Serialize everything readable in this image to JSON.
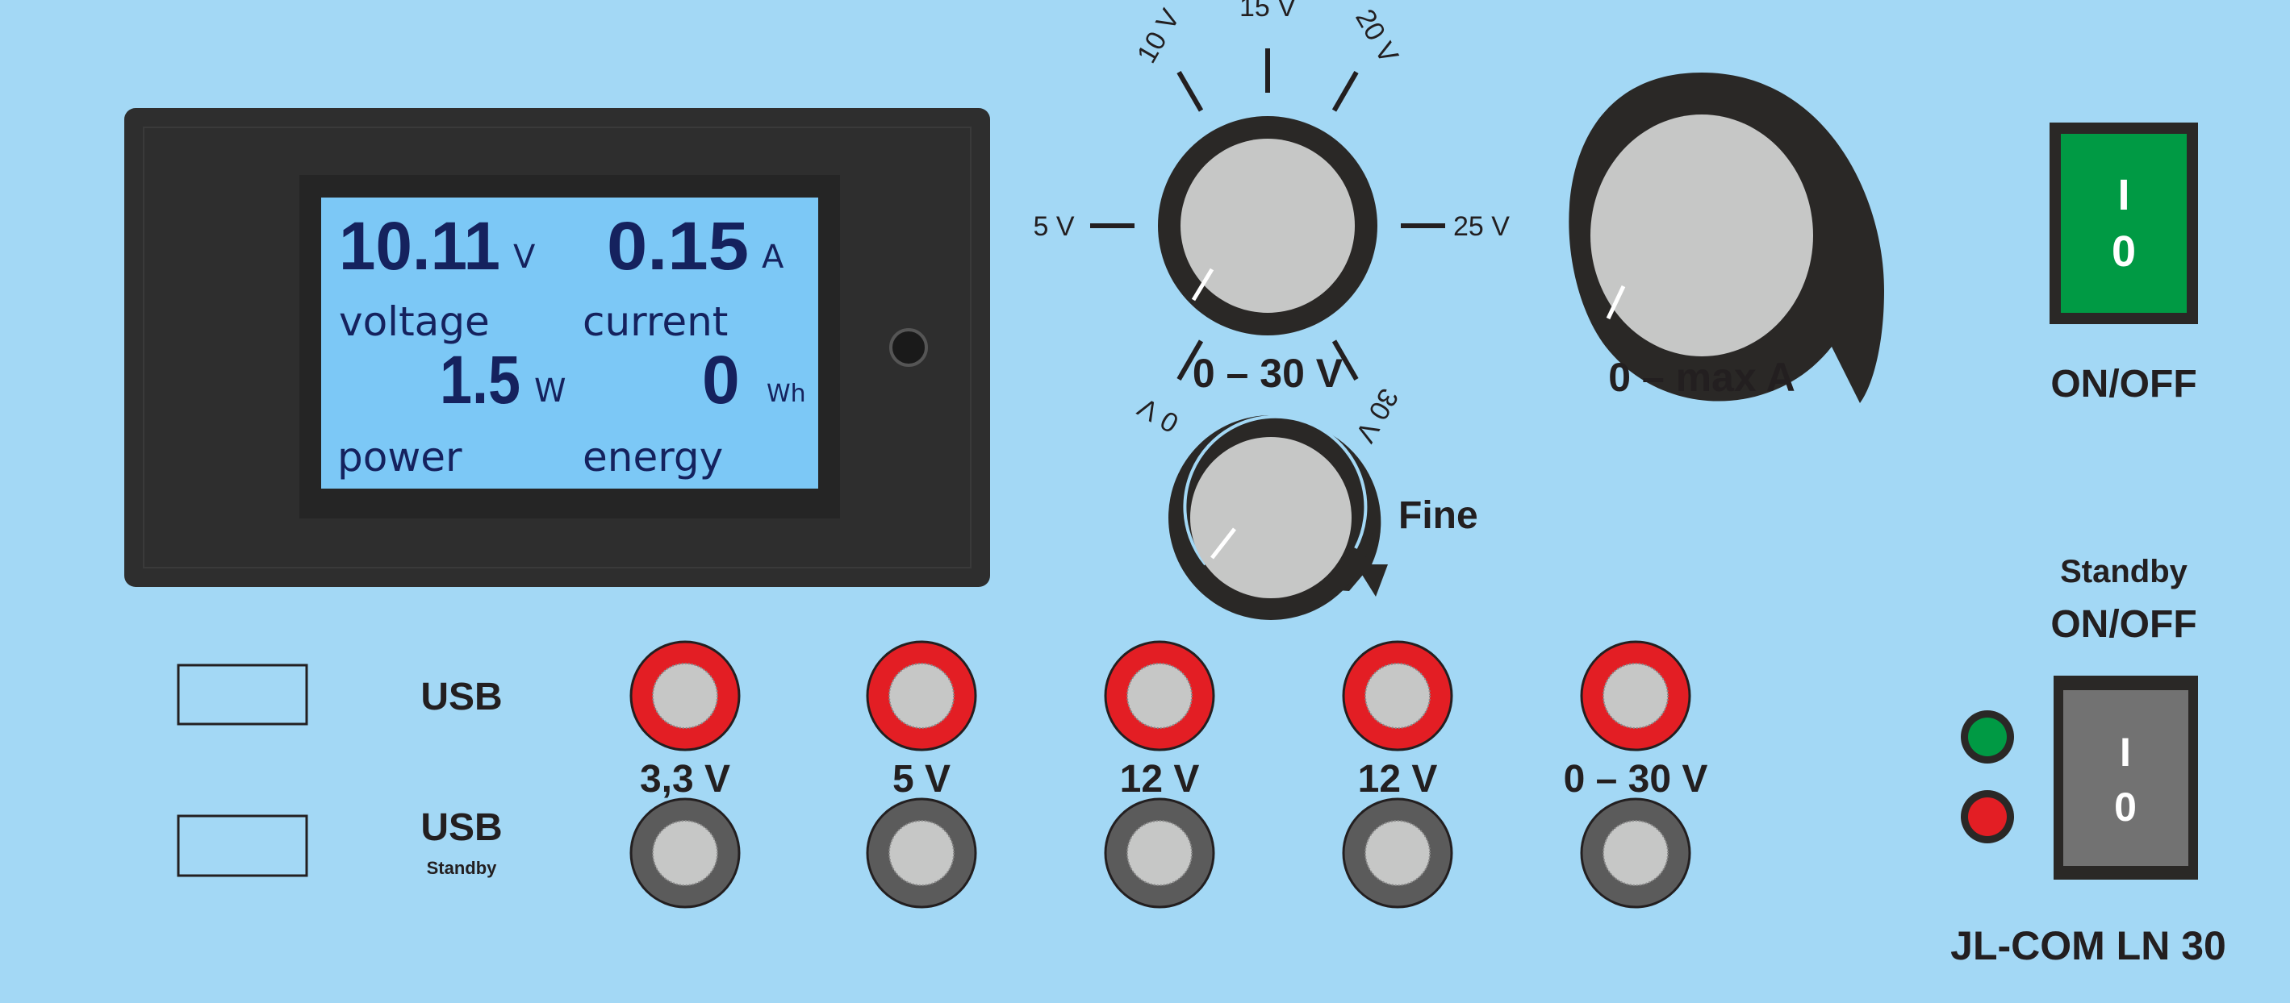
{
  "meter": {
    "voltage_value": "10.11",
    "voltage_unit": "V",
    "voltage_label": "voltage",
    "current_value": "0.15",
    "current_unit": "A",
    "current_label": "current",
    "power_value": "1.5",
    "power_unit": "W",
    "power_label": "power",
    "energy_value": "0",
    "energy_unit": "Wh",
    "energy_label": "energy"
  },
  "voltage_knob": {
    "label": "0 – 30 V",
    "scale": [
      "0 V",
      "5 V",
      "10 V",
      "15 V",
      "20 V",
      "25 V",
      "30 V"
    ],
    "setting": "0 V"
  },
  "fine_knob": {
    "label": "Fine"
  },
  "current_knob": {
    "label": "0 – max A"
  },
  "main_switch": {
    "on_mark": "I",
    "off_mark": "0",
    "label": "ON/OFF",
    "color": "#009a44"
  },
  "standby_switch": {
    "title": "Standby",
    "label": "ON/OFF",
    "on_mark": "I",
    "off_mark": "0",
    "color": "#727272"
  },
  "leds": {
    "green": "#009a44",
    "red": "#e31e24"
  },
  "usb": [
    {
      "label": "USB",
      "sublabel": ""
    },
    {
      "label": "USB",
      "sublabel": "Standby"
    }
  ],
  "outputs": [
    {
      "label": "3,3 V"
    },
    {
      "label": "5 V"
    },
    {
      "label": "12 V"
    },
    {
      "label": "12 V"
    },
    {
      "label": "0 – 30 V"
    }
  ],
  "model": "JL-COM LN 30",
  "colors": {
    "background": "#a3d8f5",
    "knob_dark": "#2a2826",
    "knob_face": "#c6c7c6",
    "jack_red": "#e31e24",
    "jack_grey": "#5b5b5b"
  }
}
